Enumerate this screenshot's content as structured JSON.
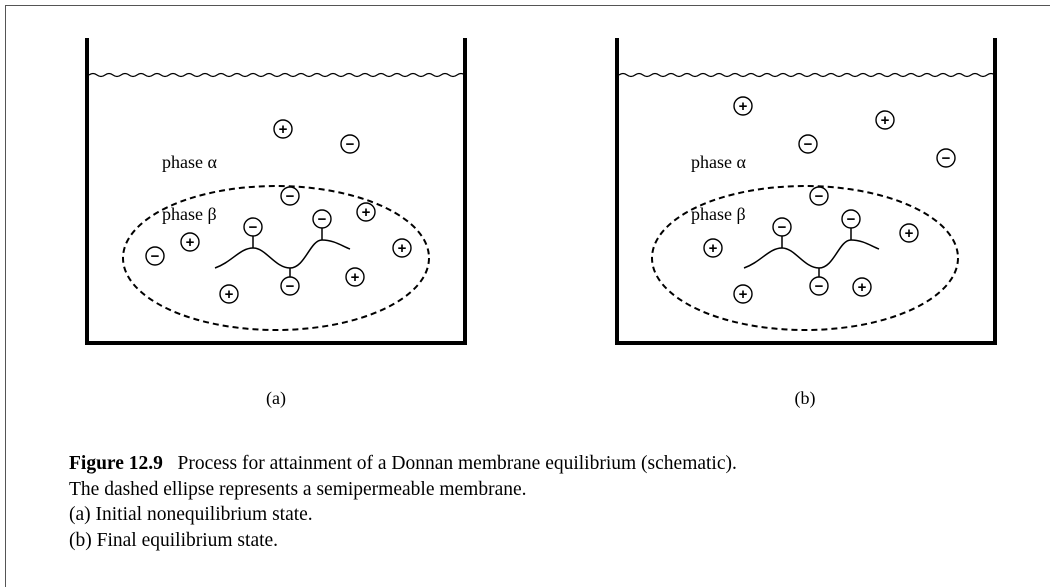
{
  "panels": [
    {
      "sub_label": "(a)",
      "phase_alpha_label": "phase α",
      "phase_beta_label": "phase β",
      "ions": [
        {
          "sign": "+",
          "charge": "positive"
        },
        {
          "sign": "−",
          "charge": "negative"
        },
        {
          "sign": "−",
          "charge": "negative"
        },
        {
          "sign": "+",
          "charge": "positive"
        },
        {
          "sign": "−",
          "charge": "negative"
        },
        {
          "sign": "+",
          "charge": "positive"
        },
        {
          "sign": "+",
          "charge": "positive"
        },
        {
          "sign": "+",
          "charge": "positive"
        },
        {
          "sign": "+",
          "charge": "positive"
        }
      ],
      "polymer_charges": [
        {
          "sign": "−",
          "charge": "negative"
        },
        {
          "sign": "−",
          "charge": "negative"
        },
        {
          "sign": "−",
          "charge": "negative"
        }
      ]
    },
    {
      "sub_label": "(b)",
      "phase_alpha_label": "phase α",
      "phase_beta_label": "phase β",
      "ions": [
        {
          "sign": "+",
          "charge": "positive"
        },
        {
          "sign": "+",
          "charge": "positive"
        },
        {
          "sign": "−",
          "charge": "negative"
        },
        {
          "sign": "−",
          "charge": "negative"
        },
        {
          "sign": "−",
          "charge": "negative"
        },
        {
          "sign": "+",
          "charge": "positive"
        },
        {
          "sign": "+",
          "charge": "positive"
        },
        {
          "sign": "+",
          "charge": "positive"
        },
        {
          "sign": "+",
          "charge": "positive"
        }
      ],
      "polymer_charges": [
        {
          "sign": "−",
          "charge": "negative"
        },
        {
          "sign": "−",
          "charge": "negative"
        },
        {
          "sign": "−",
          "charge": "negative"
        }
      ]
    }
  ],
  "caption": {
    "figure_number": "Figure 12.9",
    "title": "Process for attainment of a Donnan membrane equilibrium (schematic).",
    "lines": [
      "The dashed ellipse represents a semipermeable membrane.",
      "(a) Initial nonequilibrium state.",
      "(b) Final equilibrium state."
    ]
  }
}
